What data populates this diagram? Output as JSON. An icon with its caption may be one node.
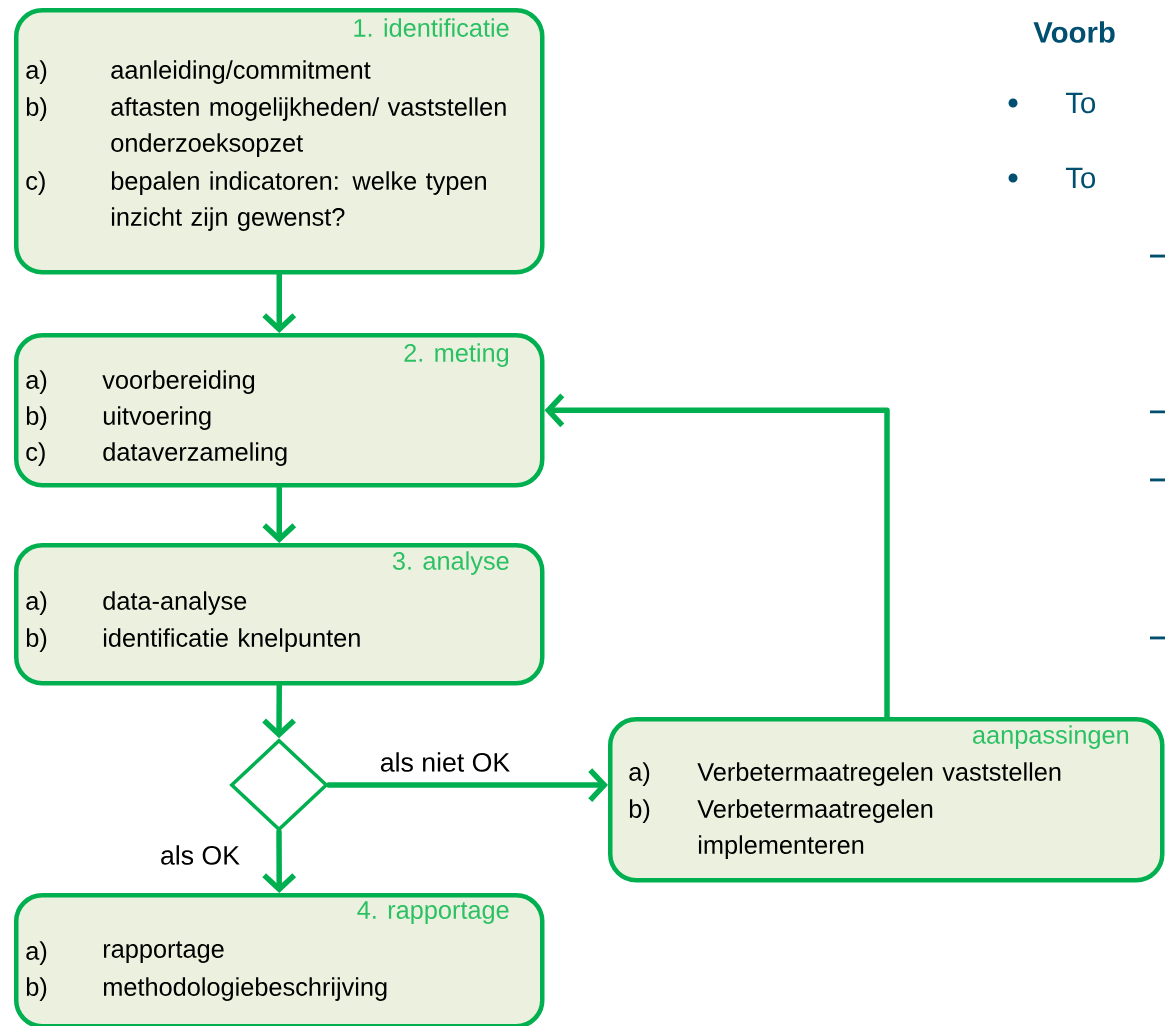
{
  "diagram": {
    "nodes": [
      {
        "text": [
          "1. identificatie",
          "a)",
          "aanleiding/commitment",
          "b)",
          "aftasten mogelijkheden/ vaststellen onderzoeksopzet",
          "c)",
          "bepalen indicatoren: welke typen inzicht zijn gewenst?"
        ]
      },
      {
        "text": [
          "2. meting",
          "a)",
          "voorbereiding",
          "b)",
          "uitvoering",
          "c)",
          "dataverzameling"
        ]
      },
      {
        "text": [
          "3. analyse",
          "a)",
          "data-analyse",
          "b)",
          "identificatie knelpunten"
        ]
      },
      {
        "text": [],
        "shape": "diamond"
      },
      {
        "text": [
          "4. rapportage",
          "a)",
          "rapportage",
          "b)",
          "methodologiebeschrijving"
        ]
      },
      {
        "text": [
          "aanpassingen",
          "a)",
          "Verbetermaatregelen vaststellen",
          "b)",
          "Verbetermaatregelen implementeren"
        ]
      }
    ],
    "edges": [
      {
        "from": 0,
        "to": 1,
        "arrow": "to"
      },
      {
        "from": 1,
        "to": 2,
        "arrow": "to"
      },
      {
        "from": 2,
        "to": 3,
        "arrow": "to"
      },
      {
        "from": 3,
        "to": 4,
        "arrow": "to",
        "label": "als OK"
      },
      {
        "from": 3,
        "to": 5,
        "arrow": "to",
        "label": "als niet OK"
      },
      {
        "from": 5,
        "to": 1,
        "arrow": "to"
      }
    ],
    "labels": [
      "Voorb",
      "To",
      "To"
    ]
  }
}
